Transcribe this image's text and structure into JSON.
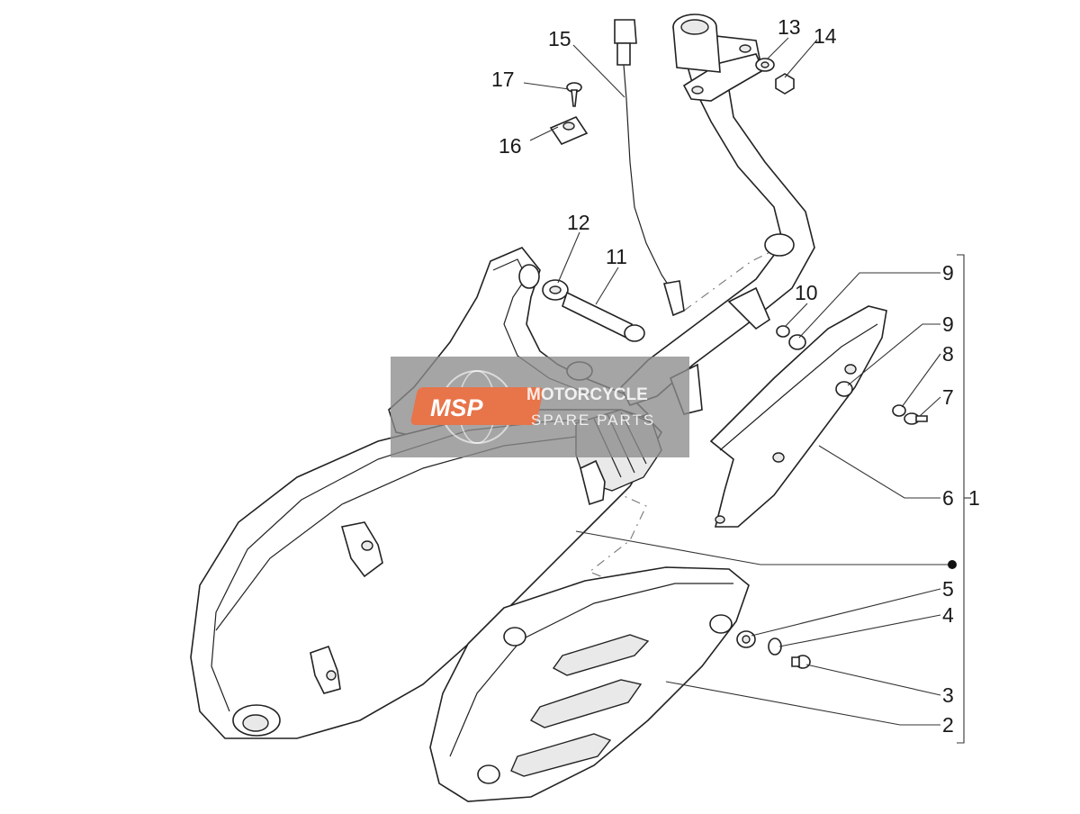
{
  "diagram": {
    "callouts": [
      "1",
      "2",
      "3",
      "4",
      "5",
      "6",
      "7",
      "8",
      "9",
      "9",
      "10",
      "11",
      "12",
      "13",
      "14",
      "15",
      "16",
      "17"
    ],
    "watermark": {
      "logo": "MSP",
      "line1": "MOTORCYCLE",
      "line2": "SPARE PARTS"
    },
    "colors": {
      "line": "#222222",
      "watermark_box": "#8c8c8c",
      "watermark_logo": "#e8744a"
    }
  }
}
